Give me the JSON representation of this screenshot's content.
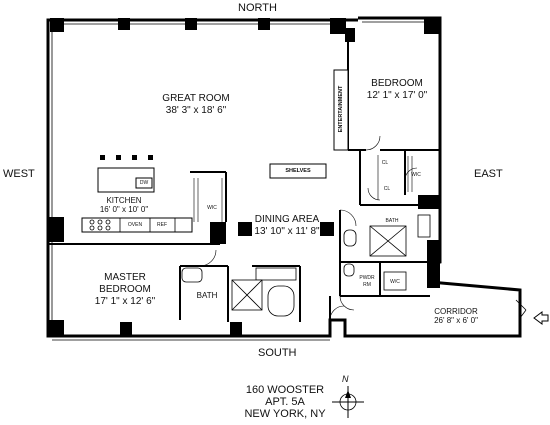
{
  "compass": {
    "north": "NORTH",
    "south": "SOUTH",
    "east": "EAST",
    "west": "WEST",
    "n_symbol": "N"
  },
  "rooms": {
    "great_room": {
      "name": "GREAT ROOM",
      "dims": "38' 3\" x 18' 6\""
    },
    "bedroom": {
      "name": "BEDROOM",
      "dims": "12' 1\" x 17' 0\""
    },
    "kitchen": {
      "name": "KITCHEN",
      "dims": "16' 0\" x 10' 0\""
    },
    "dining": {
      "name": "DINING AREA",
      "dims": "13' 10\" x 11' 8\""
    },
    "master": {
      "name1": "MASTER",
      "name2": "BEDROOM",
      "dims": "17' 1\" x 12' 6\""
    },
    "corridor": {
      "name": "CORRIDOR",
      "dims": "26' 8\" x 6' 0\""
    }
  },
  "fixtures": {
    "entertainment": "ENTERTAINMENT",
    "shelves": "SHELVES",
    "dw": "DW",
    "oven": "OVEN",
    "ref": "REF",
    "wic_kitchen": "WIC",
    "wic_bedroom": "WIC",
    "bath_master": "BATH",
    "bath_bedroom": "BATH",
    "pwdr": "PWDR",
    "rm": "RM",
    "wc": "W/C",
    "cl1": "CL",
    "cl2": "CL"
  },
  "address": {
    "line1": "160 WOOSTER",
    "line2": "APT. 5A",
    "line3": "NEW YORK, NY"
  }
}
